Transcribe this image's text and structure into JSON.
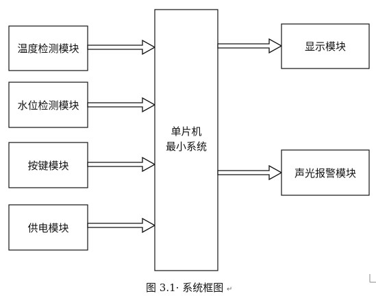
{
  "diagram": {
    "inputs": [
      "温度检测模块",
      "水位检测模块",
      "按键模块",
      "供电模块"
    ],
    "mcu_lines": [
      "单片机",
      "最小系统"
    ],
    "outputs": [
      "显示模块",
      "声光报警模块"
    ]
  },
  "caption": {
    "prefix": "图",
    "number": "3.1·",
    "title": "系统框图",
    "paragraph_mark": "↵"
  }
}
